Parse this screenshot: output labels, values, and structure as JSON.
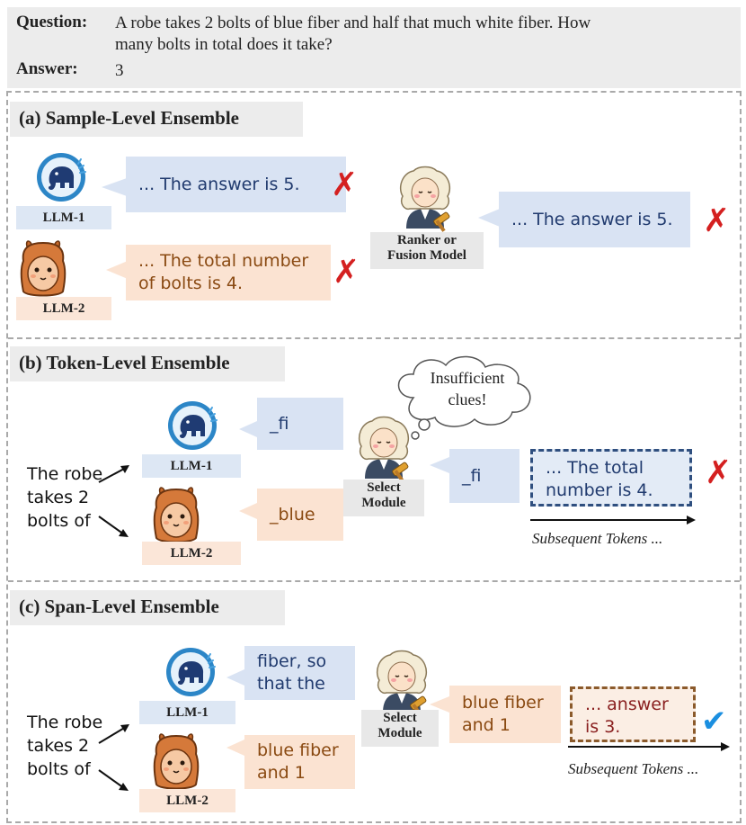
{
  "question": {
    "label": "Question:",
    "line1": "A robe takes 2 bolts of blue fiber and half that much white fiber.  How",
    "line2": "many bolts in total does it take?"
  },
  "answer": {
    "label": "Answer:",
    "value": "3"
  },
  "section_a": {
    "title": "(a) Sample-Level Ensemble",
    "llm1_label": "LLM-1",
    "llm2_label": "LLM-2",
    "llm1_output": "... The answer is 5.",
    "llm2_output_line1": "... The total number",
    "llm2_output_line2": "of bolts is 4.",
    "ranker_label_line1": "Ranker or",
    "ranker_label_line2": "Fusion Model",
    "final_output": "... The answer is 5."
  },
  "section_b": {
    "title": "(b) Token-Level Ensemble",
    "prompt_lines": [
      "The robe",
      "takes 2",
      "bolts of"
    ],
    "llm1_label": "LLM-1",
    "llm2_label": "LLM-2",
    "llm1_token": "_fi",
    "llm2_token": "_blue",
    "thought_line1": "Insufficient",
    "thought_line2": "clues!",
    "select_label_line1": "Select",
    "select_label_line2": "Module",
    "selected_token": "_fi",
    "result_line1": "... The total",
    "result_line2": "number is 4.",
    "subsequent": "Subsequent Tokens ..."
  },
  "section_c": {
    "title": "(c) Span-Level Ensemble",
    "prompt_lines": [
      "The robe",
      "takes 2",
      "bolts of"
    ],
    "llm1_label": "LLM-1",
    "llm2_label": "LLM-2",
    "llm1_span_line1": "fiber, so",
    "llm1_span_line2": "that the",
    "llm2_span_line1": "blue fiber",
    "llm2_span_line2": "and 1",
    "select_label_line1": "Select",
    "select_label_line2": "Module",
    "selected_line1": "blue fiber",
    "selected_line2": "and 1",
    "result_line1": "... answer",
    "result_line2": "is 3.",
    "subsequent": "Subsequent Tokens ..."
  },
  "marks": {
    "cross": "✗",
    "check": "✔"
  },
  "colors": {
    "blue_bubble": "#d9e3f3",
    "orange_bubble": "#fbe3d2",
    "cross": "#d42020",
    "check": "#1b8fe0"
  }
}
